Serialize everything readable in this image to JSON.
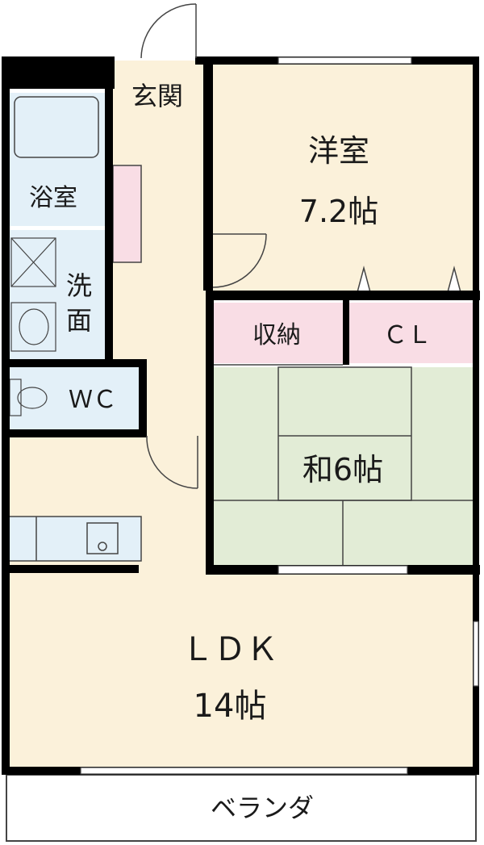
{
  "rooms": {
    "entrance": "玄関",
    "western_room": "洋室",
    "western_room_size": "7.2帖",
    "bathroom": "浴室",
    "washroom_top": "洗",
    "washroom_bottom": "面",
    "toilet": "ＷＣ",
    "storage": "収納",
    "closet": "ＣＬ",
    "japanese_room": "和6帖",
    "ldk": "ＬＤＫ",
    "ldk_size": "14帖",
    "balcony": "ベランダ"
  },
  "colors": {
    "wall": "#000000",
    "floor": "#fbf1da",
    "wet_area": "#e3f0f8",
    "storage": "#f9dde5",
    "tatami": "#e2ecd6",
    "line": "#444444"
  }
}
